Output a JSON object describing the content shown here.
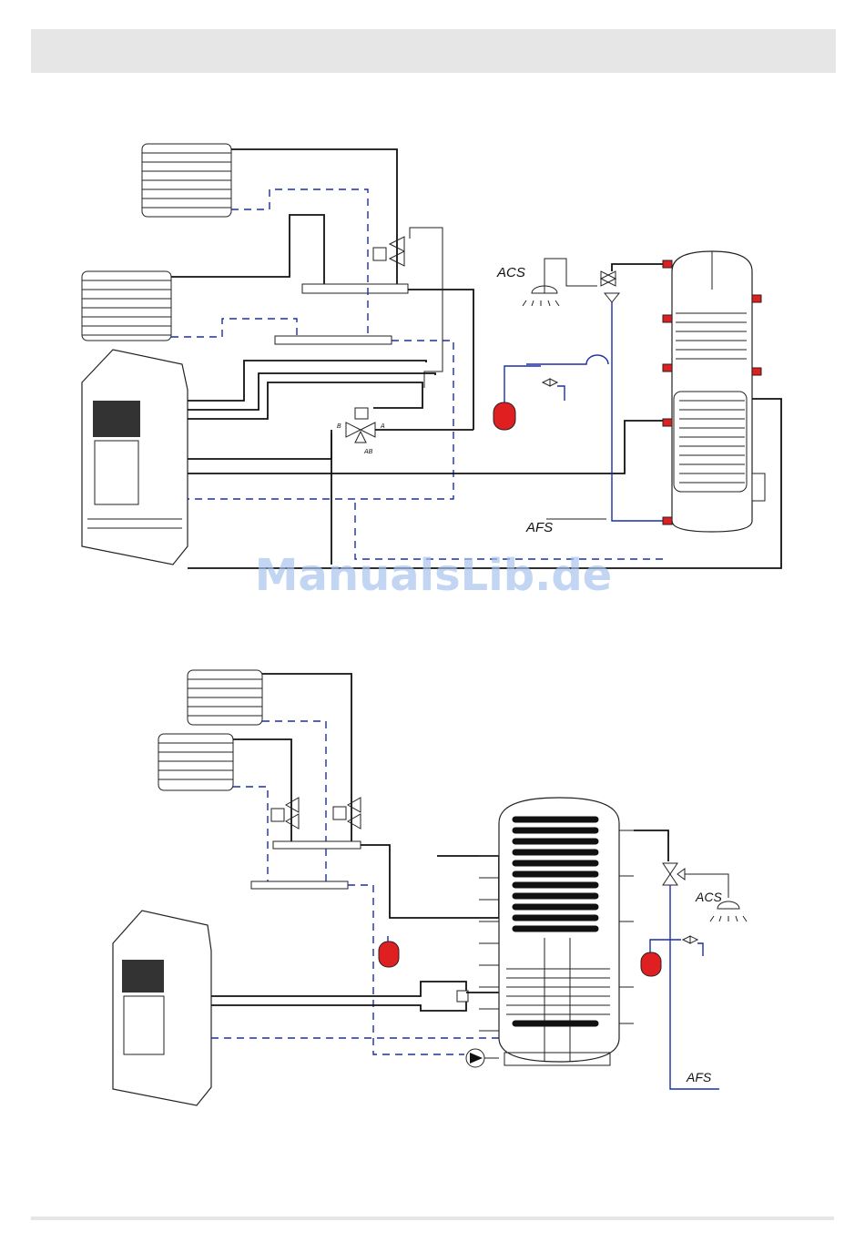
{
  "labels": {
    "acs_top": "ACS",
    "afs_top": "AFS",
    "acs_bottom": "ACS",
    "afs_bottom": "AFS",
    "valve_b": "B",
    "valve_a": "A",
    "valve_ab": "AB"
  },
  "watermark": "ManualsLib.de",
  "colors": {
    "flow": "#111111",
    "return": "#1a2fa8",
    "expansion_tank": "#e02020",
    "header_bar": "#e6e6e6"
  }
}
